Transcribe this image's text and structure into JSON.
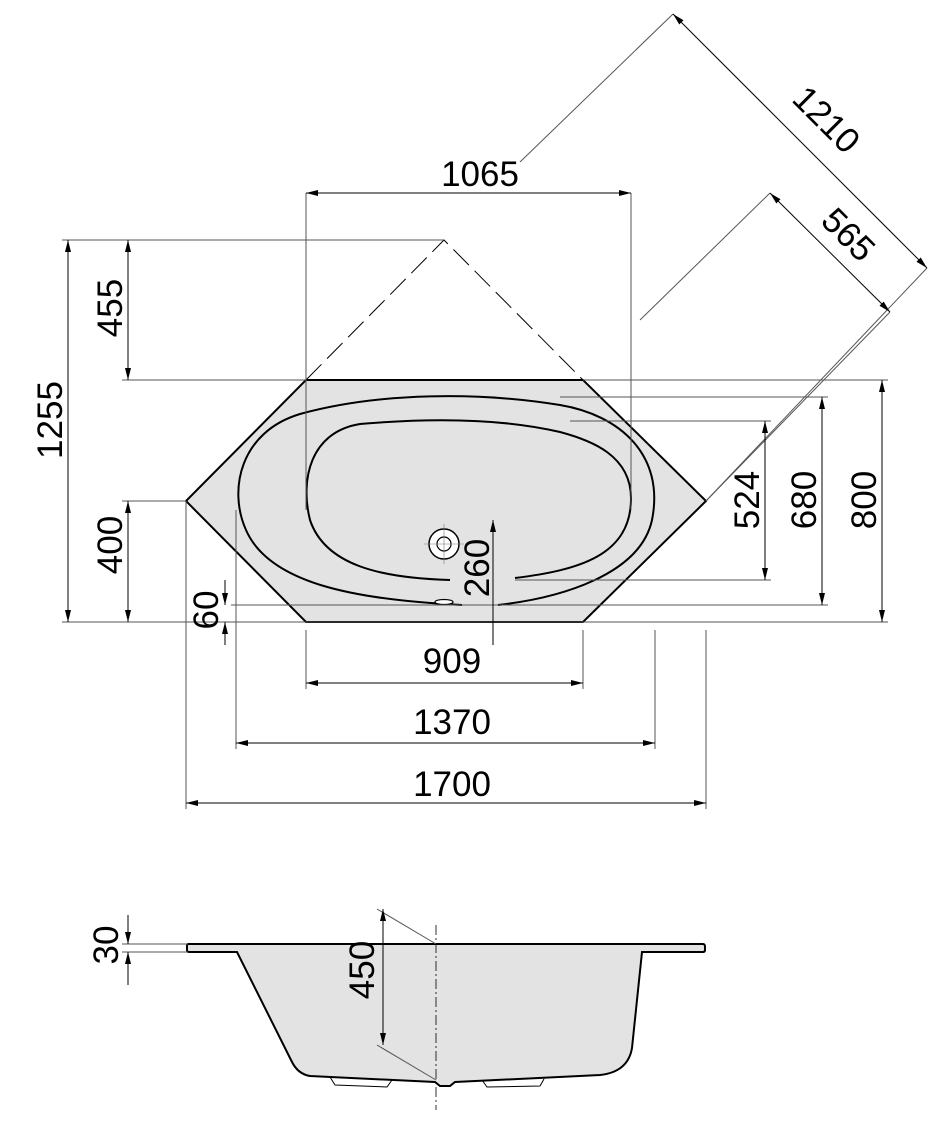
{
  "drawing": {
    "plan_view": {
      "dimensions": {
        "width_top": "1065",
        "diagonal_overall": "1210",
        "diagonal_inner": "565",
        "depth_overall": "1255",
        "corner_depth": "455",
        "side_depth": "400",
        "rim_offset": "60",
        "drain_offset": "260",
        "inner_depth": "524",
        "bowl_depth": "680",
        "depth": "800",
        "front_edge": "909",
        "bowl_length": "1370",
        "length": "1700"
      }
    },
    "section_view": {
      "dimensions": {
        "rim_thickness": "30",
        "tub_depth": "450"
      }
    },
    "colors": {
      "fill": "#e3e3e3",
      "line": "#000000"
    }
  }
}
